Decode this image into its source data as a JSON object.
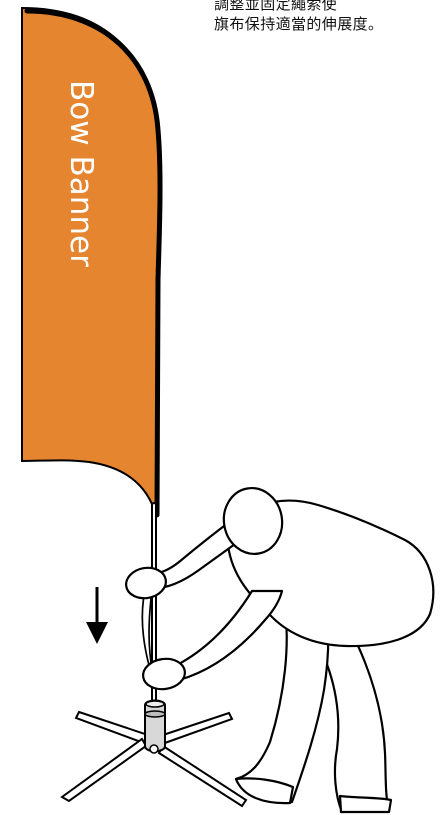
{
  "caption": {
    "line1": "調整並固定繩索使",
    "line2": "旗布保持適當的伸展度。"
  },
  "banner": {
    "label": "Bow Banner",
    "fill_color": "#e5852f"
  },
  "icons": {
    "direction": "down-arrow-icon"
  }
}
